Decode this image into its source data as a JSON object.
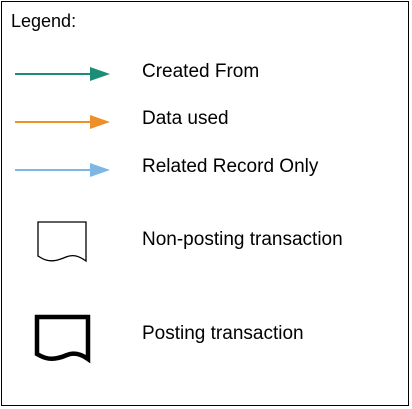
{
  "legend": {
    "title": "Legend:",
    "items": [
      {
        "label": "Created From",
        "symbol": "arrow",
        "color": "#1a8f76"
      },
      {
        "label": "Data used",
        "symbol": "arrow",
        "color": "#ee8f2a"
      },
      {
        "label": "Related Record Only",
        "symbol": "arrow",
        "color": "#7db7e6"
      },
      {
        "label": "Non-posting transaction",
        "symbol": "document-thin",
        "color": "#000000"
      },
      {
        "label": "Posting transaction",
        "symbol": "document-thick",
        "color": "#000000"
      }
    ]
  }
}
